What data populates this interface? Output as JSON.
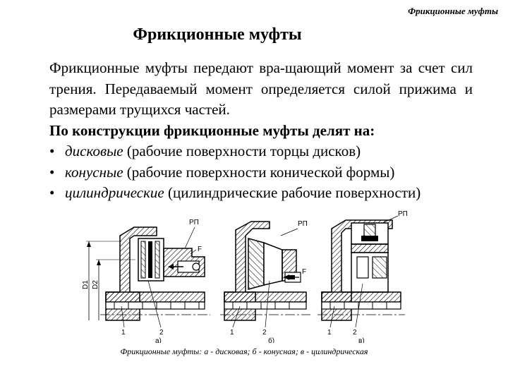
{
  "header": {
    "corner_title": "Фрикционные муфты"
  },
  "slide": {
    "title": "Фрикционные муфты",
    "paragraph": "Фрикционные муфты передают вра-щающий момент за счет сил трения. Передаваемый момент определяется силой прижима и размерами трущихся частей.",
    "bold_line": "По конструкции фрикционные муфты делят на:",
    "bullets": [
      {
        "term": "дисковые",
        "desc": " (рабочие поверхности торцы дисков)"
      },
      {
        "term": "конусные",
        "desc": " (рабочие поверхности конической формы)"
      },
      {
        "term": "цилиндрические",
        "desc": " (цилиндрические рабочие поверхности)"
      }
    ]
  },
  "figure": {
    "labels": {
      "rp": "РП",
      "f": "F",
      "d1": "D1",
      "d2": "D2",
      "n1": "1",
      "n2": "2",
      "a": "а)",
      "b": "б)",
      "v": "в)"
    },
    "caption": "Фрикционные муфты: а - дисковая; б - конусная; в - цилиндрическая"
  }
}
